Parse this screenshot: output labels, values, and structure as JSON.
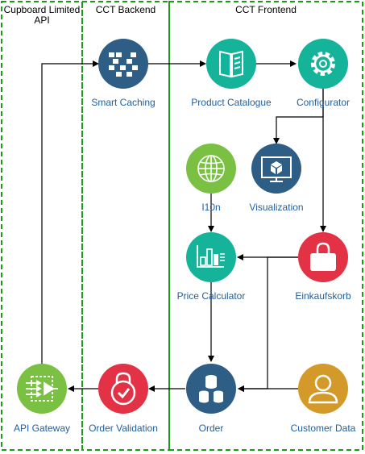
{
  "lanes": {
    "cupboard": "Cupboard Limited API",
    "backend": "CCT Backend",
    "frontend": "CCT Frontend"
  },
  "nodes": {
    "smart_caching": "Smart Caching",
    "product_catalogue": "Product Catalogue",
    "configurator": "Configurator",
    "i10n": "I10n",
    "visualization": "Visualization",
    "price_calculator": "Price Calculator",
    "einkaufskorb": "Einkaufskorb",
    "api_gateway": "API Gateway",
    "order_validation": "Order Validation",
    "order": "Order",
    "customer_data": "Customer Data"
  },
  "colors": {
    "lane_border": "#1a9e1a",
    "label_text": "#1f5f9f",
    "dark_blue": "#2e5e86",
    "teal": "#14b39a",
    "green": "#7ac143",
    "red": "#e33145",
    "gold": "#d49a29"
  },
  "icons": {
    "smart_caching": "grid-icon",
    "product_catalogue": "book-icon",
    "configurator": "gear-icon",
    "i10n": "globe-icon",
    "visualization": "monitor-cube-icon",
    "price_calculator": "bar-chart-icon",
    "einkaufskorb": "basket-icon",
    "api_gateway": "gateway-icon",
    "order_validation": "lock-check-icon",
    "order": "database-icon",
    "customer_data": "user-icon"
  }
}
